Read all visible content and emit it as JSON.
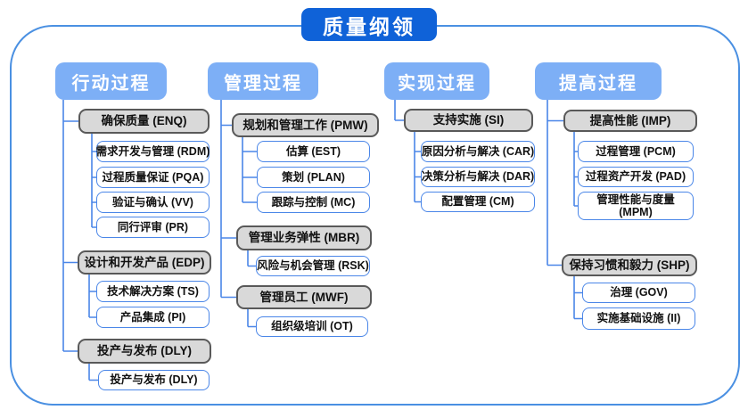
{
  "title": "质量纲领",
  "colors": {
    "title_bg": "#0f62d8",
    "header_bg": "#7daff6",
    "gray_node_fill": "#d9d9d9",
    "gray_node_border": "#595959",
    "white_node_border": "#4a86e8",
    "connector": "#4a86e8",
    "frame_border": "#4a90e2"
  },
  "columns": [
    {
      "header": "行动过程",
      "groups": [
        {
          "label": "确保质量 (ENQ)",
          "children": [
            "需求开发与管理 (RDM)",
            "过程质量保证 (PQA)",
            "验证与确认 (VV)",
            "同行评审 (PR)"
          ]
        },
        {
          "label": "设计和开发产品 (EDP)",
          "children": [
            "技术解决方案 (TS)",
            "产品集成 (PI)"
          ]
        },
        {
          "label": "投产与发布 (DLY)",
          "children": [
            "投产与发布 (DLY)"
          ]
        }
      ]
    },
    {
      "header": "管理过程",
      "groups": [
        {
          "label": "规划和管理工作 (PMW)",
          "children": [
            "估算 (EST)",
            "策划 (PLAN)",
            "跟踪与控制 (MC)"
          ]
        },
        {
          "label": "管理业务弹性 (MBR)",
          "children": [
            "风险与机会管理 (RSK)"
          ]
        },
        {
          "label": "管理员工 (MWF)",
          "children": [
            "组织级培训 (OT)"
          ]
        }
      ]
    },
    {
      "header": "实现过程",
      "groups": [
        {
          "label": "支持实施 (SI)",
          "children": [
            "原因分析与解决 (CAR)",
            "决策分析与解决 (DAR)",
            "配置管理 (CM)"
          ]
        }
      ]
    },
    {
      "header": "提高过程",
      "groups": [
        {
          "label": "提高性能 (IMP)",
          "children": [
            "过程管理 (PCM)",
            "过程资产开发 (PAD)",
            "管理性能与度量 (MPM)"
          ]
        },
        {
          "label": "保持习惯和毅力 (SHP)",
          "children": [
            "治理 (GOV)",
            "实施基础设施 (II)"
          ]
        }
      ]
    }
  ]
}
